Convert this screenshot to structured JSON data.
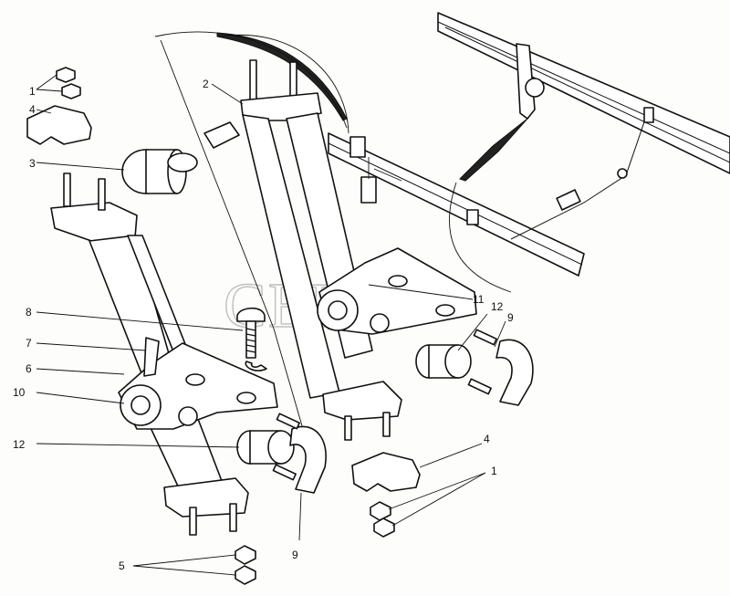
{
  "watermark": "CEHM",
  "callouts": [
    {
      "id": "c1a",
      "text": "1"
    },
    {
      "id": "c4a",
      "text": "4"
    },
    {
      "id": "c3",
      "text": "3"
    },
    {
      "id": "c2",
      "text": "2"
    },
    {
      "id": "c8",
      "text": "8"
    },
    {
      "id": "c7",
      "text": "7"
    },
    {
      "id": "c6",
      "text": "6"
    },
    {
      "id": "c10",
      "text": "10"
    },
    {
      "id": "c12a",
      "text": "12"
    },
    {
      "id": "c11",
      "text": "11"
    },
    {
      "id": "c12b",
      "text": "12"
    },
    {
      "id": "c9a",
      "text": "9"
    },
    {
      "id": "c4b",
      "text": "4"
    },
    {
      "id": "c1b",
      "text": "1"
    },
    {
      "id": "c9b",
      "text": "9"
    },
    {
      "id": "c5",
      "text": "5"
    }
  ]
}
